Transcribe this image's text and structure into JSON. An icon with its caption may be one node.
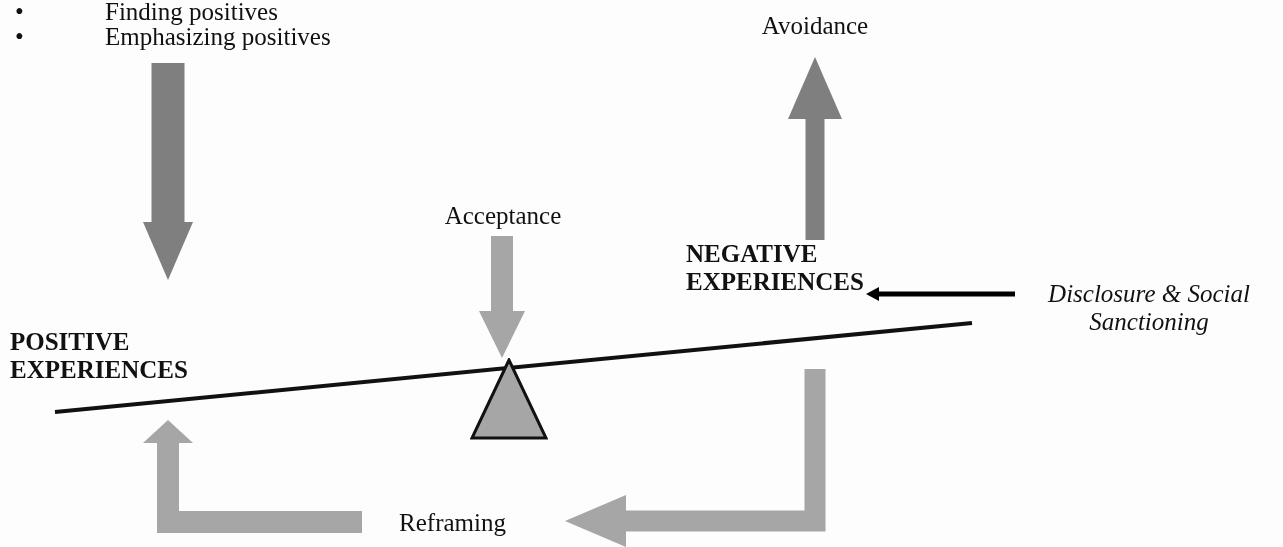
{
  "diagram": {
    "nodes": [
      {
        "text": [
          "Finding positives",
          "Emphasizing positives"
        ]
      },
      {
        "text": [
          "Avoidance"
        ]
      },
      {
        "text": [
          "Acceptance"
        ]
      },
      {
        "text": [
          "NEGATIVE EXPERIENCES"
        ]
      },
      {
        "text": [
          "Disclosure & Social Sanctioning"
        ]
      },
      {
        "text": [
          "POSITIVE EXPERIENCES"
        ]
      },
      {
        "text": [],
        "shape": "triangle"
      },
      {
        "text": [
          "Reframing"
        ]
      }
    ],
    "edges": [
      {
        "from": 0,
        "to": 5,
        "arrow": "to",
        "color": "#7f7f7f"
      },
      {
        "from": 3,
        "to": 1,
        "arrow": "to",
        "color": "#7f7f7f"
      },
      {
        "from": 2,
        "to": 6,
        "arrow": "to"
      },
      {
        "from": 3,
        "to": 7,
        "arrow": "to"
      },
      {
        "from": 7,
        "to": 5,
        "arrow": "to"
      },
      {
        "from": 4,
        "to": 3,
        "arrow": "to",
        "color": "#000000"
      }
    ],
    "labels": [
      "•",
      "•"
    ]
  }
}
